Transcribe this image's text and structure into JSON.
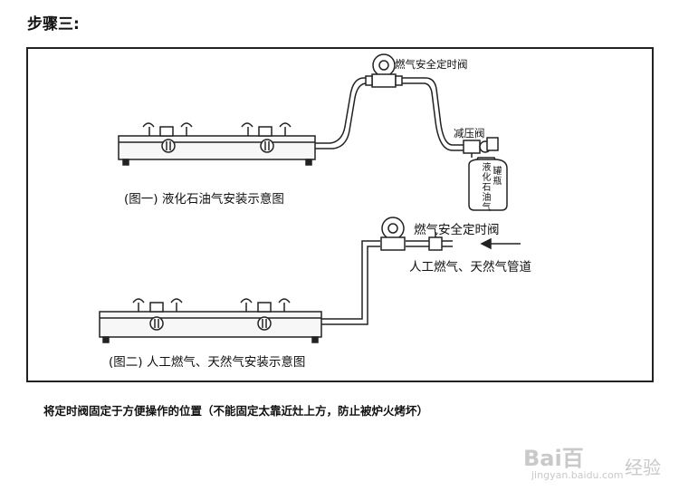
{
  "step_title": "步骤三:",
  "diagram1": {
    "caption": "(图一) 液化石油气安装示意图",
    "valve_label": "燃气安全定时阀",
    "regulator_label": "减压阀",
    "tank_label_left": "液化石油气",
    "tank_label_right": "罐瓶"
  },
  "diagram2": {
    "caption": "(图二) 人工燃气、天然气安装示意图",
    "valve_label": "燃气安全定时阀",
    "pipe_label": "人工燃气、天然气管道"
  },
  "note": "将定时阀固定于方便操作的位置（不能固定太靠近灶上方，防止被炉火烤坏）",
  "watermark": {
    "brand": "Bai",
    "brand_suffix": "百",
    "brand_tail": "经验",
    "url": "jingyan.baidu.com"
  }
}
